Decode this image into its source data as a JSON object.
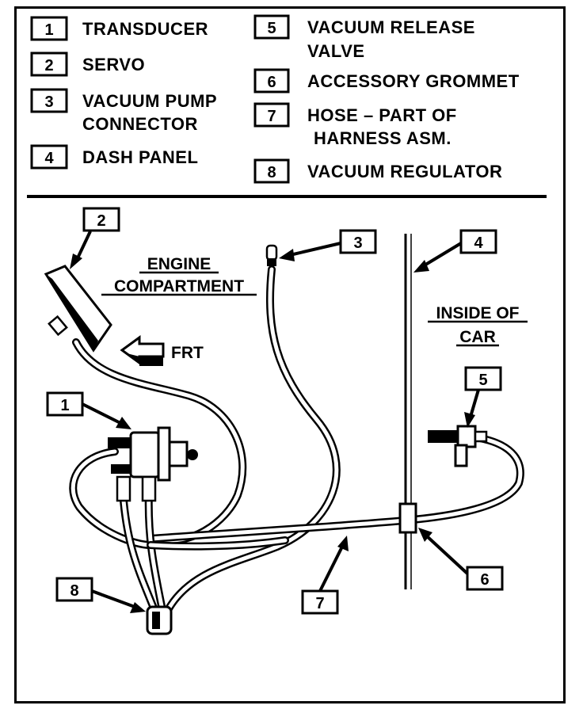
{
  "legend": {
    "items": [
      {
        "num": "1",
        "lines": [
          "TRANSDUCER"
        ]
      },
      {
        "num": "2",
        "lines": [
          "SERVO"
        ]
      },
      {
        "num": "3",
        "lines": [
          "VACUUM PUMP",
          "CONNECTOR"
        ]
      },
      {
        "num": "4",
        "lines": [
          "DASH PANEL"
        ]
      },
      {
        "num": "5",
        "lines": [
          "VACUUM RELEASE",
          "VALVE"
        ]
      },
      {
        "num": "6",
        "lines": [
          "ACCESSORY GROMMET"
        ]
      },
      {
        "num": "7",
        "lines": [
          "HOSE – PART OF",
          " HARNESS ASM."
        ]
      },
      {
        "num": "8",
        "lines": [
          "VACUUM REGULATOR"
        ]
      }
    ]
  },
  "regions": {
    "engine": [
      "ENGINE",
      "COMPARTMENT"
    ],
    "inside": [
      "INSIDE OF",
      "CAR"
    ],
    "front_arrow": "FRT"
  },
  "callouts": [
    "2",
    "3",
    "4",
    "1",
    "5",
    "6",
    "8",
    "7"
  ]
}
